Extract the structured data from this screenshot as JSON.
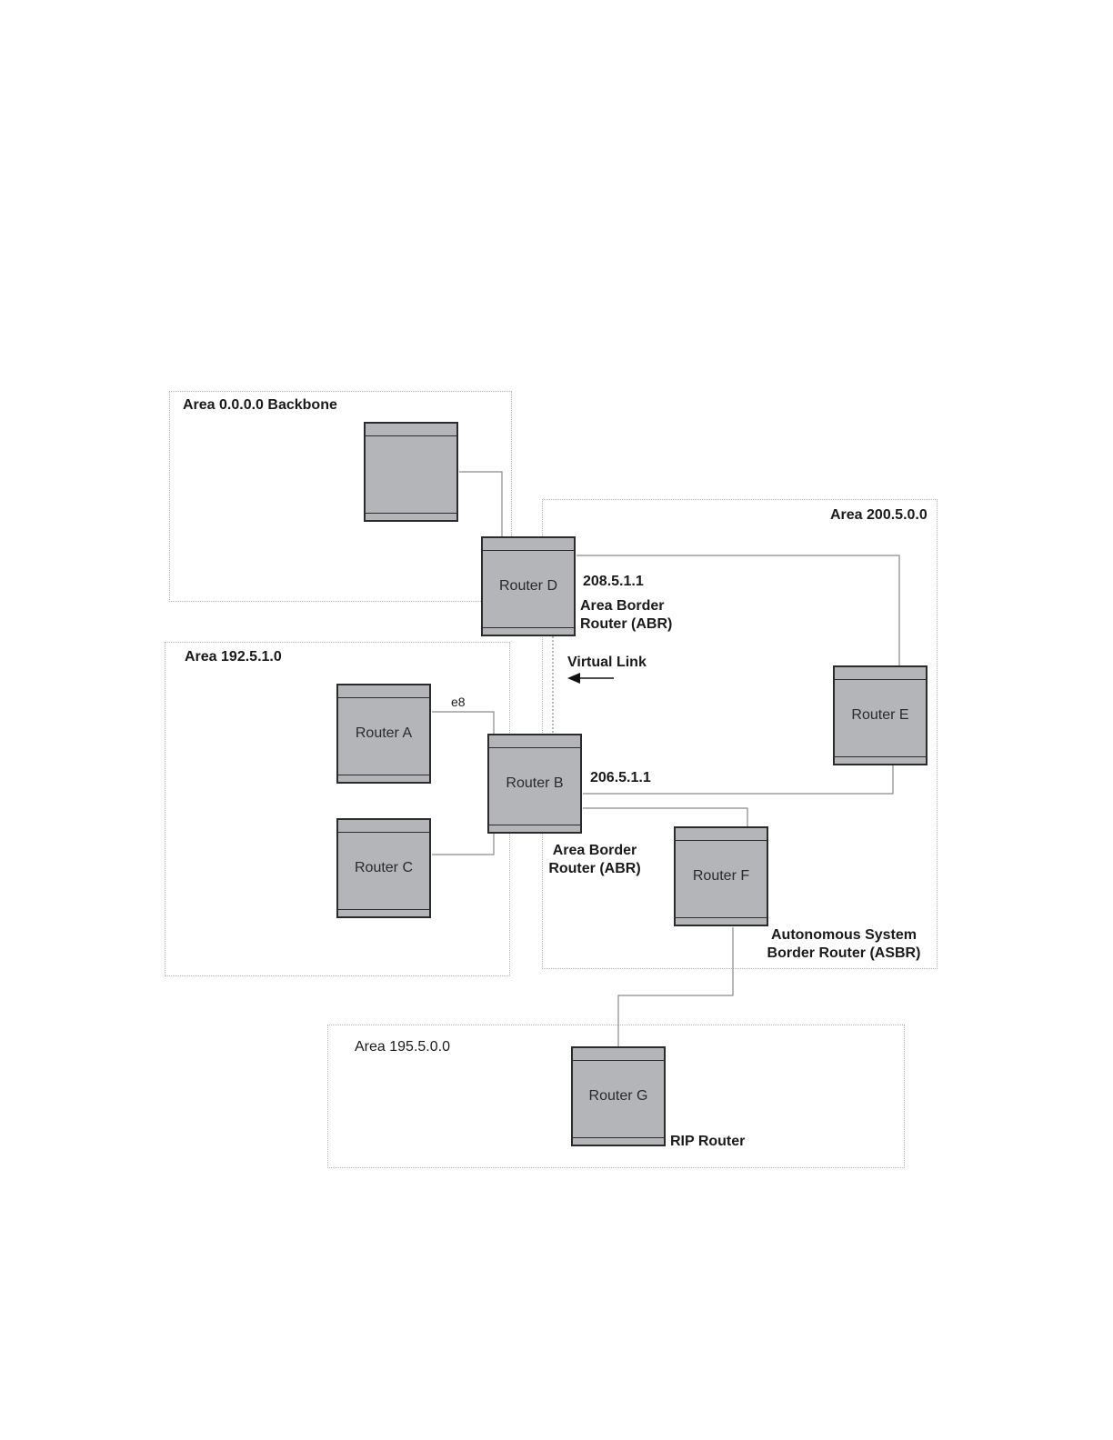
{
  "areas": {
    "backbone": "Area 0.0.0.0 Backbone",
    "area_192": "Area 192.5.1.0",
    "area_200": "Area 200.5.0.0",
    "area_195": "Area 195.5.0.0"
  },
  "routers": {
    "unnamed": "",
    "d": "Router D",
    "a": "Router A",
    "b": "Router B",
    "c": "Router C",
    "e": "Router E",
    "f": "Router F",
    "g": "Router G"
  },
  "labels": {
    "d_ip": "208.5.1.1",
    "d_role_1": "Area Border",
    "d_role_2": "Router (ABR)",
    "virtual_link": "Virtual Link",
    "e8": "e8",
    "b_ip": "206.5.1.1",
    "b_role_1": "Area Border",
    "b_role_2": "Router (ABR)",
    "f_role_1": "Autonomous System",
    "f_role_2": "Border Router (ASBR)",
    "g_role": "RIP Router"
  }
}
